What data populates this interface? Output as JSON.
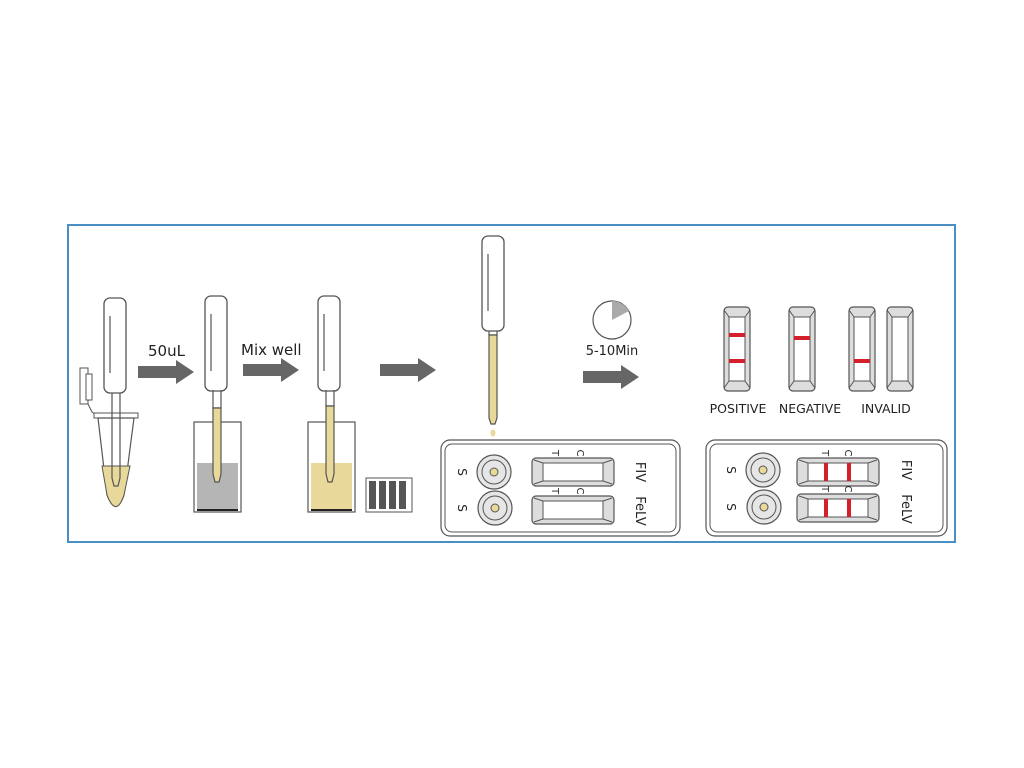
{
  "steps": {
    "step1_label": "50uL",
    "step2_label": "Mix well",
    "timer_label": "5-10Min"
  },
  "results": {
    "positive": "POSITIVE",
    "negative": "NEGATIVE",
    "invalid": "INVALID"
  },
  "cassette": {
    "sample_label": "S",
    "test_label": "T",
    "control_label": "C",
    "fiv_label": "FIV",
    "felv_label": "FeLV"
  },
  "colors": {
    "frame": "#4a8fc4",
    "sample": "#e8d99a",
    "diluent": "#b5b5b5",
    "arrow": "#666666",
    "line": "#d4202a"
  }
}
